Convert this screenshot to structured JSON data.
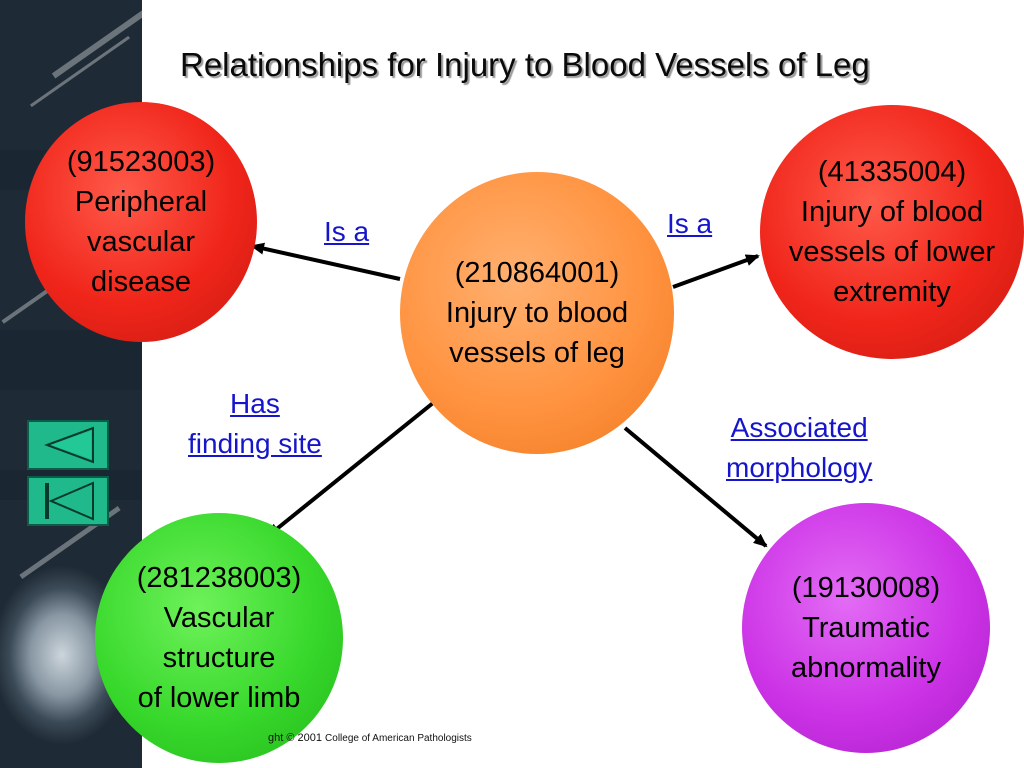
{
  "title": "Relationships for Injury to Blood Vessels of Leg",
  "nodes": {
    "center": {
      "lines": [
        "(210864001)",
        "Injury to blood",
        "vessels of leg"
      ]
    },
    "top_left": {
      "lines": [
        "(91523003)",
        "Peripheral",
        "vascular",
        "disease"
      ]
    },
    "top_right": {
      "lines": [
        "(41335004)",
        "Injury of blood",
        "vessels of lower",
        "extremity"
      ]
    },
    "bottom_left": {
      "lines": [
        "(281238003)",
        "Vascular",
        "structure",
        "of lower limb"
      ]
    },
    "bottom_right": {
      "lines": [
        "(19130008)",
        "Traumatic",
        "abnormality"
      ]
    }
  },
  "relations": {
    "is_a_left": {
      "lines": [
        "Is a"
      ]
    },
    "is_a_right": {
      "lines": [
        "Is a"
      ]
    },
    "finding_site": {
      "lines": [
        "Has",
        "finding site"
      ]
    },
    "morphology": {
      "lines": [
        "Associated",
        "morphology"
      ]
    }
  },
  "footer": {
    "prefix": "ght © 2001",
    "org": "College of American Pathologists"
  },
  "colors": {
    "red": "#f0251a",
    "orange": "#ff9340",
    "green": "#38d82c",
    "purple": "#cc33e6",
    "link": "#1515cc",
    "nav_button": "#1fb98c"
  },
  "nav": {
    "buttons": [
      "previous-icon",
      "first-slide-icon"
    ]
  }
}
